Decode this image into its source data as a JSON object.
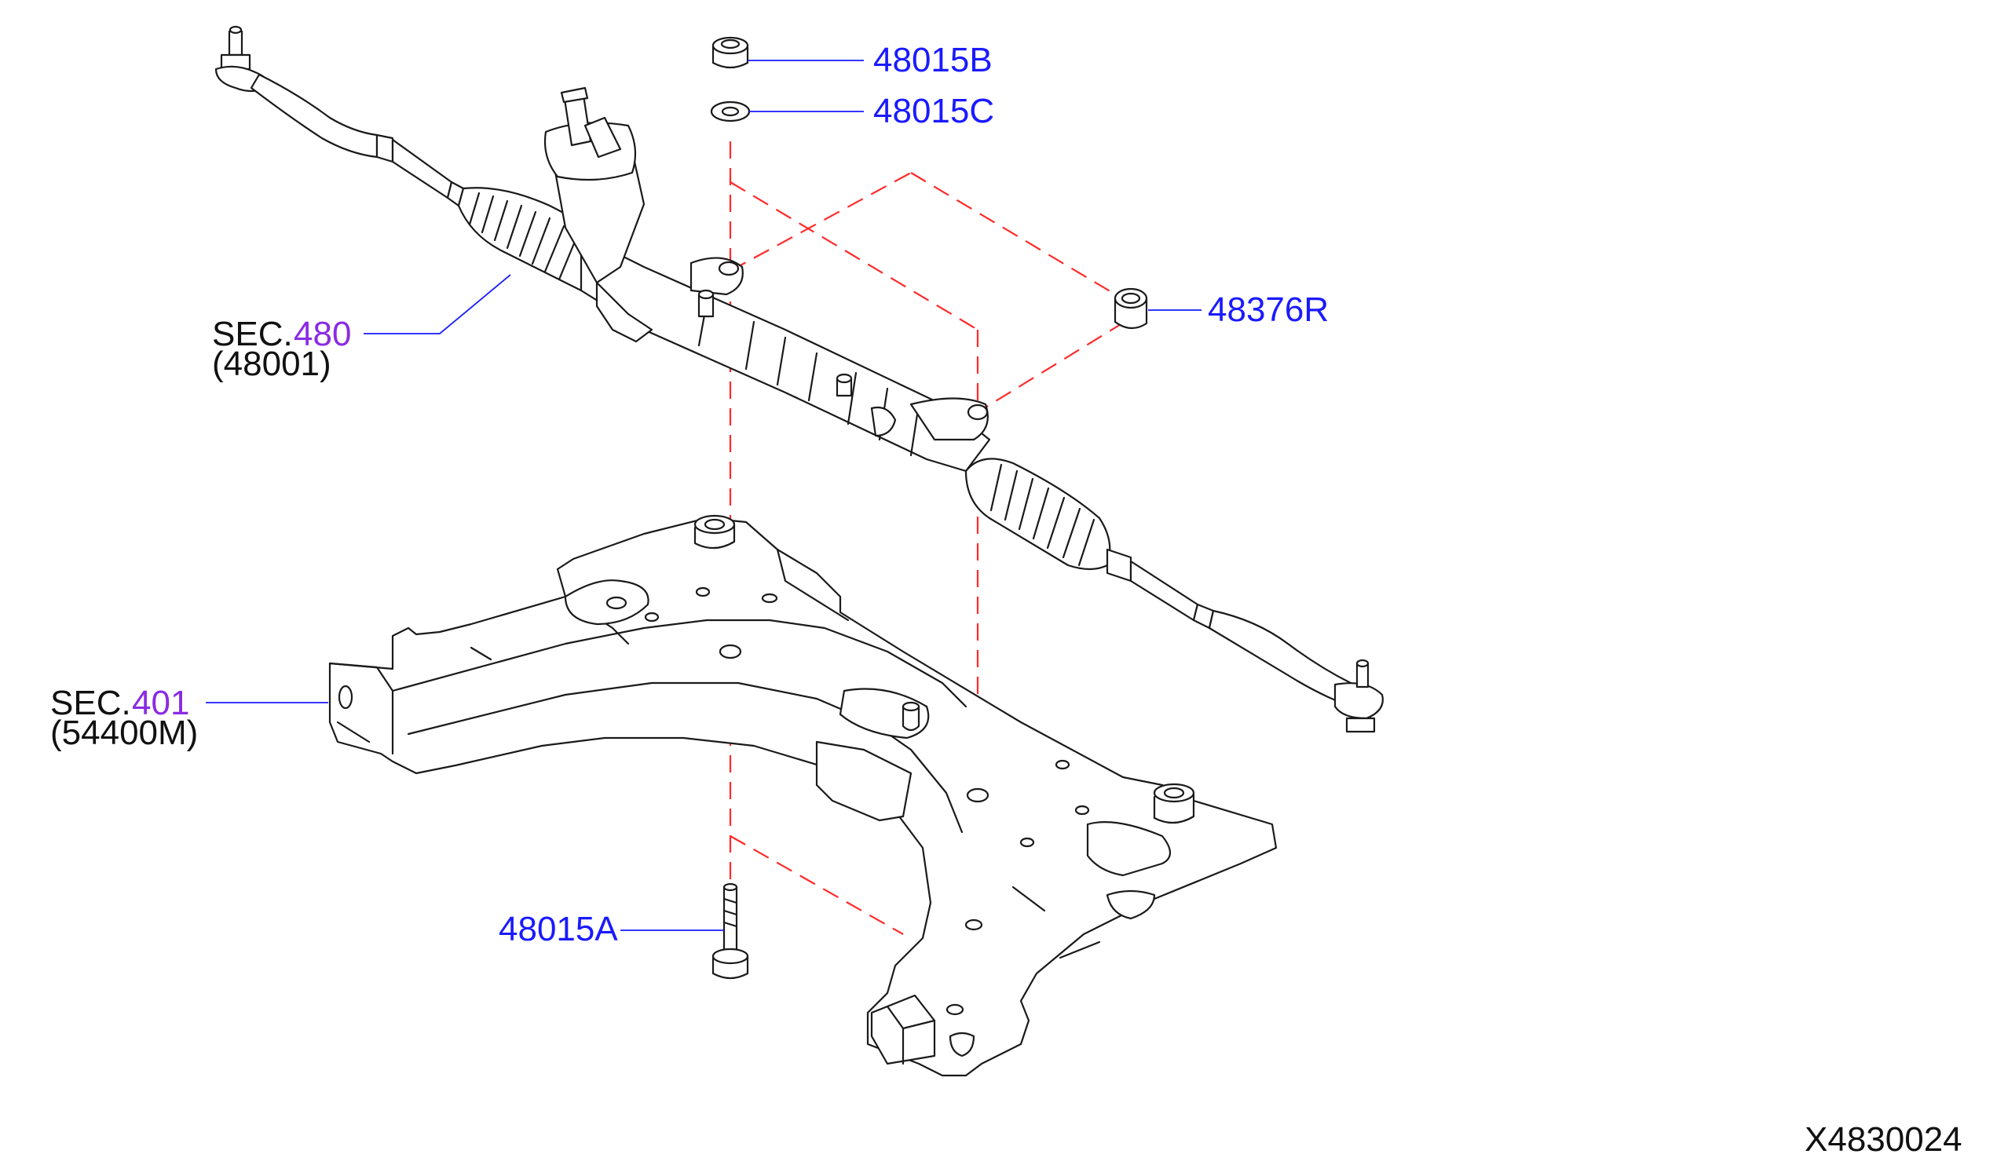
{
  "labels": {
    "p48015B": "48015B",
    "p48015C": "48015C",
    "p48376R": "48376R",
    "p48015A": "48015A",
    "sec480_prefix": "SEC.",
    "sec480_num": "480",
    "sec480_sub": "(48001)",
    "sec401_prefix": "SEC.",
    "sec401_num": "401",
    "sec401_sub": "(54400M)",
    "diagram_id": "X4830024"
  },
  "colors": {
    "part_number": "#1a1aff",
    "section_number": "#8a2be2",
    "leader_line": "#1a1aff",
    "dashed_guide": "#ff2a2a",
    "line_art": "#1a1a1a"
  }
}
